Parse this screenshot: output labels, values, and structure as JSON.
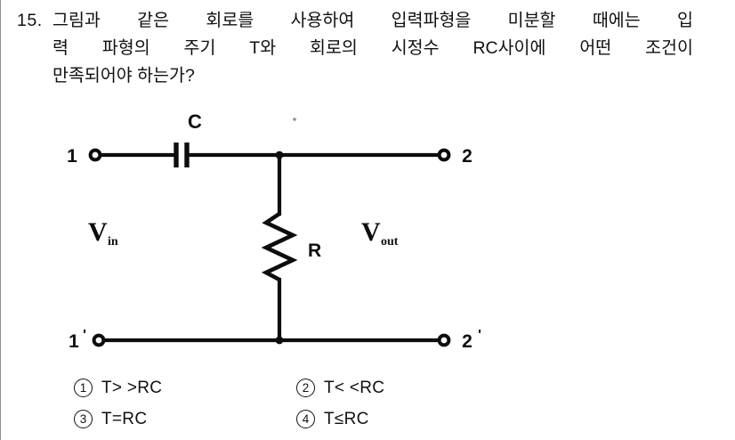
{
  "page": {
    "background_color": "#ffffff",
    "ink_color": "#0d0d0d"
  },
  "question": {
    "number": "15.",
    "lines": [
      "그림과 같은 회로를 사용하여 입력파형을 미분할 때에는 입",
      "력 파형의 주기 T와 회로의 시정수 RC사이에 어떤 조건이",
      "만족되어야 하는가?"
    ],
    "full_text": "그림과 같은 회로를 사용하여 입력파형을 미분할 때에는 입력 파형의 주기 T와 회로의 시정수 RC사이에 어떤 조건이 만족되어야 하는가?"
  },
  "figure": {
    "type": "rc-high-pass-differentiator-circuit",
    "capacitor_label": "C",
    "resistor_label": "R",
    "input_label": {
      "symbol": "V",
      "subscript": "in"
    },
    "output_label": {
      "symbol": "V",
      "subscript": "out"
    },
    "terminals": {
      "top_left": "1",
      "top_right": "2",
      "bottom_left": "1",
      "bottom_left_prime": "'",
      "bottom_right": "2",
      "bottom_right_prime": "'"
    }
  },
  "choices": [
    {
      "marker": "1",
      "text": "T> >RC"
    },
    {
      "marker": "2",
      "text": "T< <RC"
    },
    {
      "marker": "3",
      "text": "T=RC"
    },
    {
      "marker": "4",
      "text": "T≤RC"
    }
  ]
}
